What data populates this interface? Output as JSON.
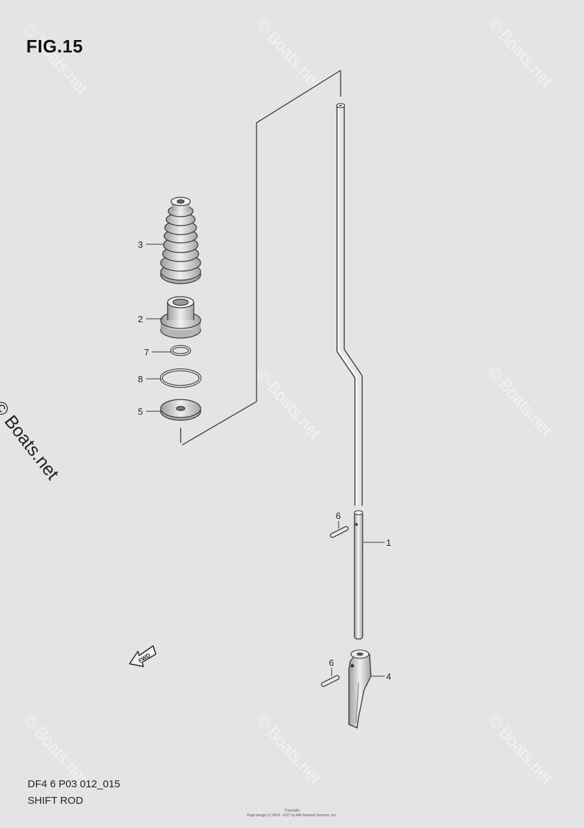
{
  "figure": {
    "title": "FIG.15",
    "code": "DF4 6 P03 012_015",
    "name": "SHIFT ROD"
  },
  "parts": [
    {
      "number": "1"
    },
    {
      "number": "2"
    },
    {
      "number": "3"
    },
    {
      "number": "4"
    },
    {
      "number": "5"
    },
    {
      "number": "6"
    },
    {
      "number": "6"
    },
    {
      "number": "7"
    },
    {
      "number": "8"
    }
  ],
  "fwd_arrow": {
    "label": "FWD"
  },
  "watermark": {
    "text": "© Boats.net"
  },
  "copyright": {
    "line1": "Copyright",
    "line2": "Page design (c) 2004 - 2017 by ARI Network Services, Inc."
  }
}
